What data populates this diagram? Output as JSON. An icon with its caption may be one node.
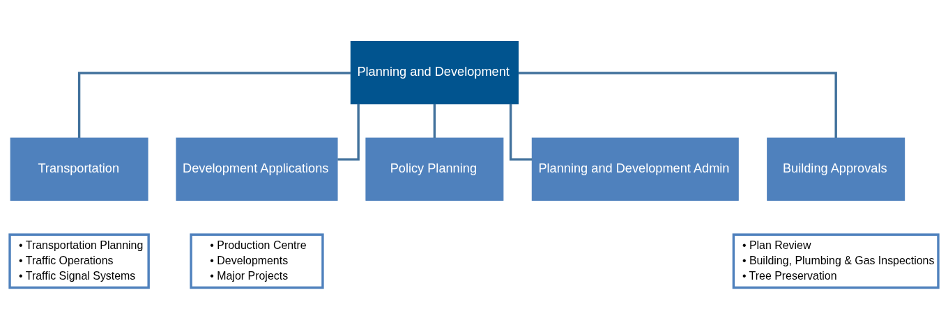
{
  "diagram": {
    "nodes": [
      {
        "text": [
          "Planning and Development"
        ]
      },
      {
        "text": [
          "Transportation"
        ]
      },
      {
        "text": [
          "Development Applications"
        ]
      },
      {
        "text": [
          "Policy Planning"
        ]
      },
      {
        "text": [
          "Planning and Development Admin"
        ]
      },
      {
        "text": [
          "Building Approvals"
        ]
      },
      {
        "text": [
          "• Transportation Planning",
          "• Traffic Operations",
          "• Traffic Signal Systems"
        ]
      },
      {
        "text": [
          "• Production Centre",
          "• Developments",
          "• Major Projects"
        ]
      },
      {
        "text": [
          "• Plan Review",
          "• Building, Plumbing & Gas Inspections",
          "• Tree Preservation"
        ]
      }
    ],
    "edges": [
      {
        "from": 0,
        "to": 1,
        "arrow": "none"
      },
      {
        "from": 0,
        "to": 2,
        "arrow": "none"
      },
      {
        "from": 0,
        "to": 3,
        "arrow": "none"
      },
      {
        "from": 0,
        "to": 4,
        "arrow": "none"
      },
      {
        "from": 0,
        "to": 5,
        "arrow": "none"
      }
    ]
  }
}
